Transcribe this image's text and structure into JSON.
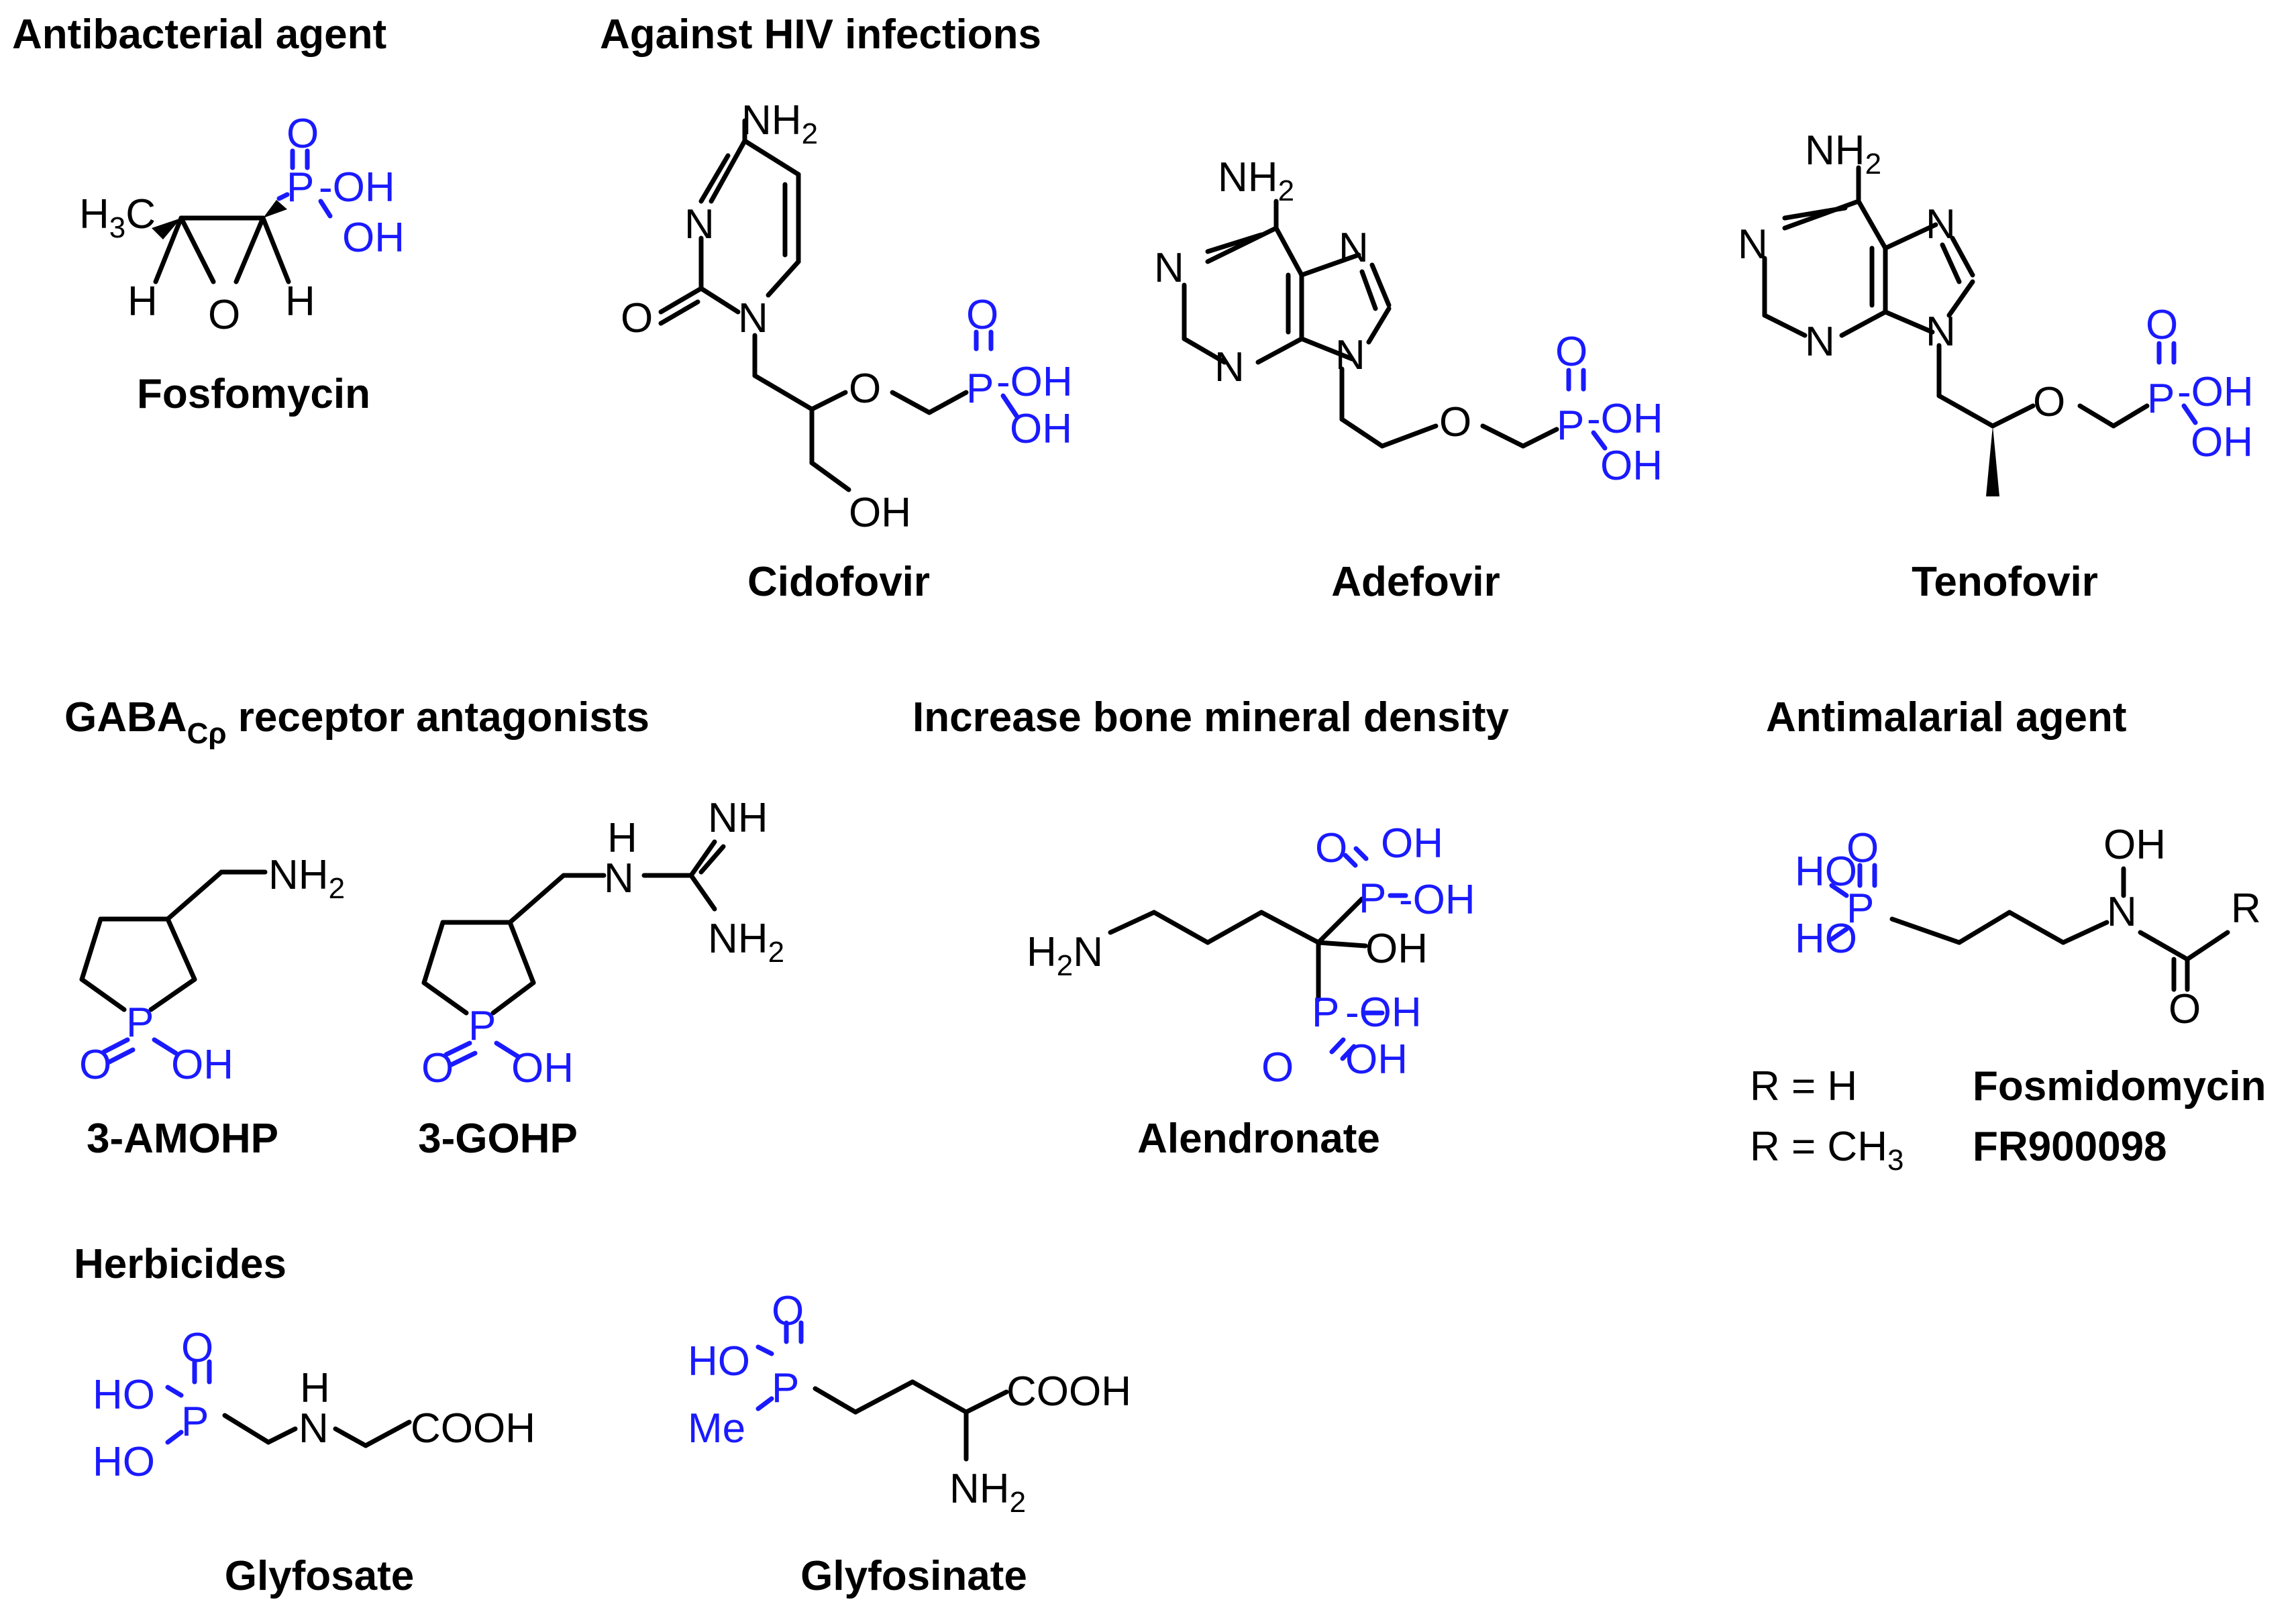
{
  "headings": {
    "antibacterial": "Antibacterial agent",
    "hiv": "Against HIV infections",
    "gaba_main": "GABA",
    "gaba_sub": "Cρ",
    "gaba_rest": " receptor antagonists",
    "bone": "Increase bone mineral density",
    "antimalarial": "Antimalarial agent",
    "herbicides": "Herbicides"
  },
  "compounds": {
    "fosfomycin": "Fosfomycin",
    "cidofovir": "Cidofovir",
    "adefovir": "Adefovir",
    "tenofovir": "Tenofovir",
    "amohp": "3-AMOHP",
    "gohp": "3-GOHP",
    "alendronate": "Alendronate",
    "fosmidomycin": "Fosmidomycin",
    "fr900098": "FR900098",
    "glyfosate": "Glyfosate",
    "glyfosinate": "Glyfosinate"
  },
  "r_groups": {
    "r_h": "R = H",
    "r_ch3_main": "R = CH",
    "r_ch3_sub": "3"
  },
  "colors": {
    "phosphonate": "#1a1aff",
    "skeleton": "#000000"
  }
}
